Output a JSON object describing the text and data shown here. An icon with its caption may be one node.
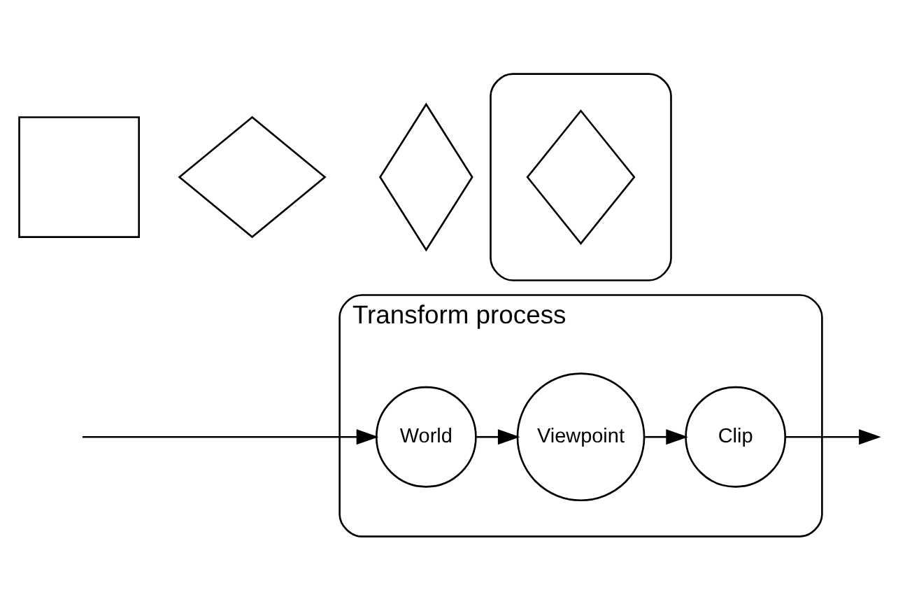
{
  "diagram": {
    "nodes": [
      {
        "text": [
          "Transform process"
        ]
      },
      {
        "text": [
          "World"
        ],
        "in": 0
      },
      {
        "text": [
          "Viewpoint"
        ],
        "in": 0
      },
      {
        "text": [
          "Clip"
        ],
        "in": 0
      },
      {
        "text": [],
        "shape": "box"
      },
      {
        "text": [],
        "shape": "diamond"
      },
      {
        "text": [],
        "shape": "diamond"
      },
      {
        "text": [],
        "shape": "box"
      },
      {
        "text": [],
        "shape": "diamond",
        "in": 7
      }
    ],
    "edges": [
      {
        "from": null,
        "to": 1,
        "arrow": "to"
      },
      {
        "from": 1,
        "to": 2,
        "arrow": "to"
      },
      {
        "from": 2,
        "to": 3,
        "arrow": "to"
      },
      {
        "from": 3,
        "to": null,
        "arrow": "to"
      }
    ]
  }
}
